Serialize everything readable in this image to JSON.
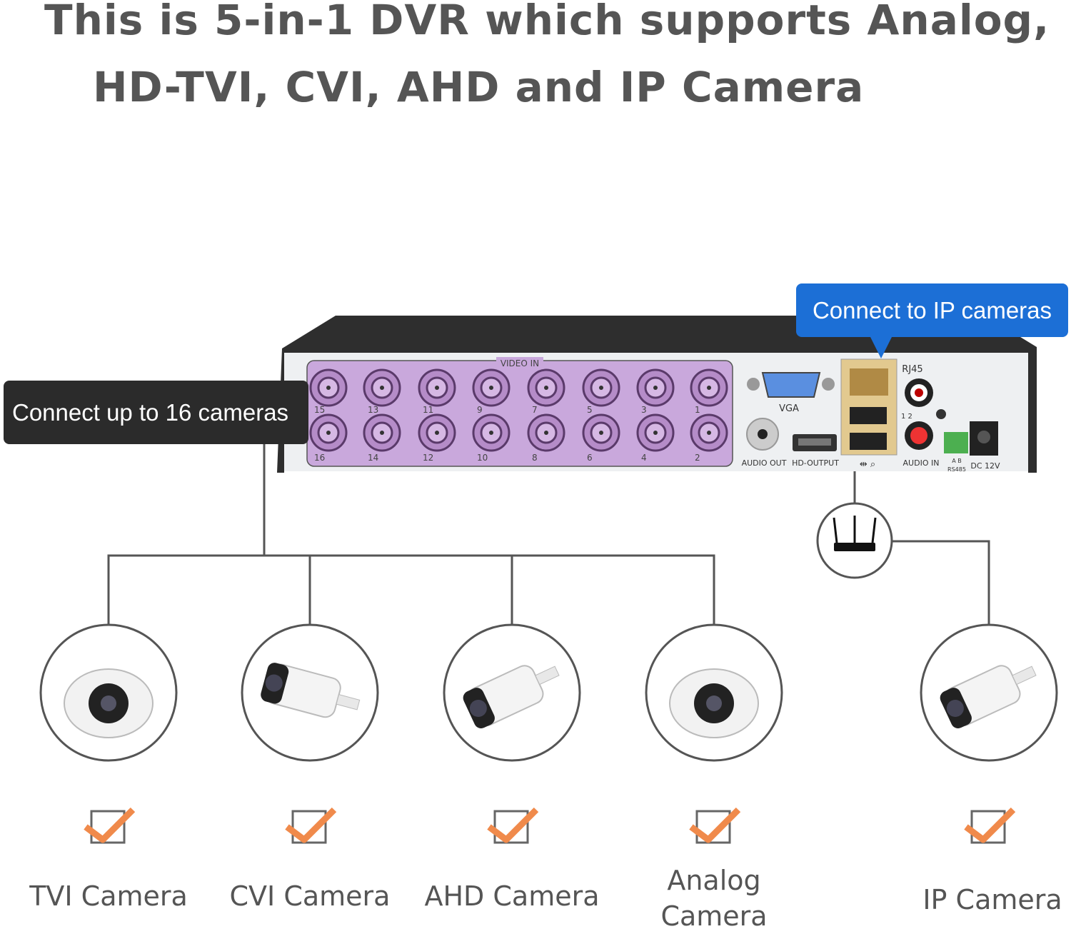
{
  "title": {
    "line1": "This is 5-in-1 DVR which supports Analog,",
    "line2": "HD-TVI, CVI, AHD and IP Camera"
  },
  "callouts": {
    "analog": "Connect up to 16 cameras",
    "ip": "Connect to IP cameras"
  },
  "dvr": {
    "video_in_label": "VIDEO IN",
    "top_row_ports": [
      "15",
      "13",
      "11",
      "9",
      "7",
      "5",
      "3",
      "1"
    ],
    "bottom_row_ports": [
      "16",
      "14",
      "12",
      "10",
      "8",
      "6",
      "4",
      "2"
    ],
    "port_labels": {
      "vga": "VGA",
      "audio_out": "AUDIO OUT",
      "hd_output": "HD-OUTPUT",
      "rj45": "RJ45",
      "usb_numbers": "1 2",
      "audio_in": "AUDIO IN",
      "rs485_ab": "A B",
      "rs485": "RS485",
      "dc": "DC 12V"
    }
  },
  "cameras": [
    {
      "label": "TVI Camera",
      "checked": true
    },
    {
      "label": "CVI Camera",
      "checked": true
    },
    {
      "label": "AHD Camera",
      "checked": true
    },
    {
      "label": "Analog Camera",
      "checked": true
    },
    {
      "label": "IP Camera",
      "checked": true
    }
  ],
  "colors": {
    "title": "#555555",
    "callout_dark": "#2b2b2b",
    "callout_blue": "#1c6fd6",
    "video_panel": "#c9a8dc",
    "check": "#f08a4b",
    "line": "#555555"
  }
}
